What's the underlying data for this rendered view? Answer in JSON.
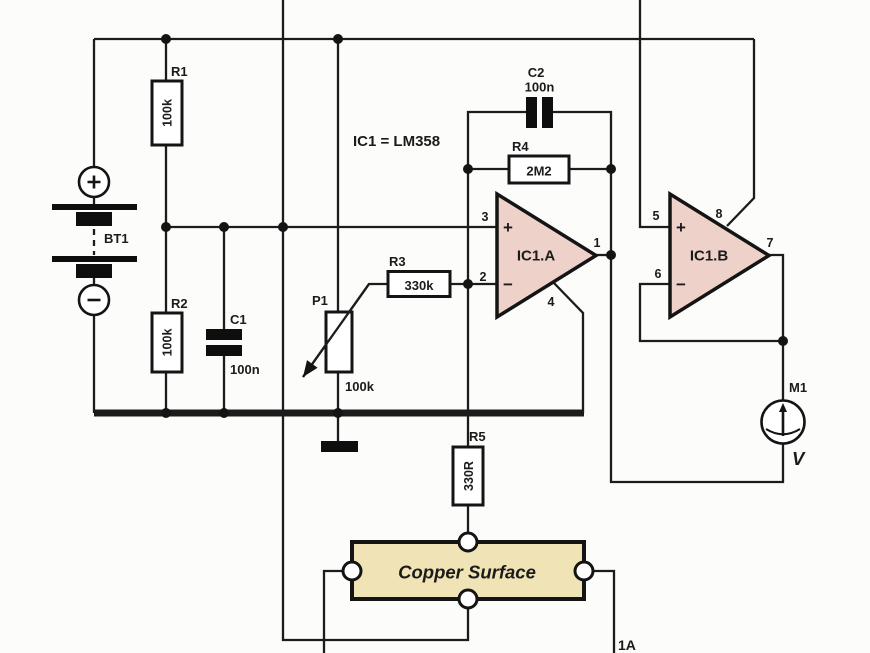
{
  "circuit": {
    "note": "IC1 = LM358",
    "battery": {
      "ref": "BT1"
    },
    "r1": {
      "ref": "R1",
      "value": "100k"
    },
    "r2": {
      "ref": "R2",
      "value": "100k"
    },
    "r3": {
      "ref": "R3",
      "value": "330k"
    },
    "r4": {
      "ref": "R4",
      "value": "2M2"
    },
    "r5": {
      "ref": "R5",
      "value": "330R"
    },
    "c1": {
      "ref": "C1",
      "value": "100n"
    },
    "c2": {
      "ref": "C2",
      "value": "100n"
    },
    "p1": {
      "ref": "P1",
      "value": "100k"
    },
    "opamp_a": {
      "ref": "IC1.A",
      "plus": "+",
      "minus": "−",
      "pin_noninv": "3",
      "pin_inv": "2",
      "pin_out": "1",
      "pin_gnd": "4"
    },
    "opamp_b": {
      "ref": "IC1.B",
      "plus": "+",
      "minus": "−",
      "pin_noninv": "5",
      "pin_inv": "6",
      "pin_out": "7",
      "pin_vcc": "8"
    },
    "meter": {
      "ref": "M1",
      "unit": "V"
    },
    "copper": {
      "label": "Copper Surface"
    },
    "current_label": "1A",
    "colors": {
      "opamp_fill": "#eed2c9",
      "copper_fill": "#f0e3b6",
      "wire": "#1c1c1c",
      "bg": "#fcfcfb"
    }
  }
}
